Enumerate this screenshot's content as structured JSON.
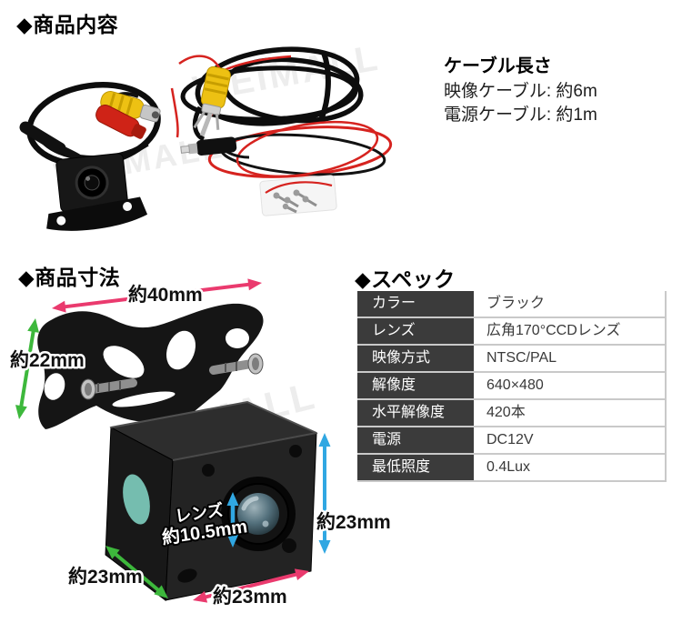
{
  "watermark": "WEIMALL",
  "colors": {
    "arrow_pink": "#ea3a6e",
    "arrow_green": "#3db83c",
    "arrow_blue": "#30a7e2",
    "spec_label_bg": "#3b3b3b",
    "spec_value_bg": "#ffffff"
  },
  "product_contents": {
    "heading": "◆商品内容",
    "cable_length": {
      "title": "ケーブル長さ",
      "video_cable": "映像ケーブル: 約6m",
      "power_cable": "電源ケーブル: 約1m"
    }
  },
  "product_dimensions": {
    "heading": "◆商品寸法",
    "bracket_width": "約40mm",
    "bracket_height": "約22mm",
    "body_height": "約23mm",
    "body_depth": "約23mm",
    "body_width": "約23mm",
    "lens_label": {
      "line1": "レンズ",
      "line2": "約10.5mm"
    }
  },
  "spec": {
    "heading": "◆スペック",
    "rows": [
      {
        "label": "カラー",
        "value": "ブラック"
      },
      {
        "label": "レンズ",
        "value": "広角170°CCDレンズ"
      },
      {
        "label": "映像方式",
        "value": "NTSC/PAL"
      },
      {
        "label": "解像度",
        "value": "640×480"
      },
      {
        "label": "水平解像度",
        "value": "420本"
      },
      {
        "label": "電源",
        "value": "DC12V"
      },
      {
        "label": "最低照度",
        "value": "0.4Lux"
      }
    ]
  }
}
